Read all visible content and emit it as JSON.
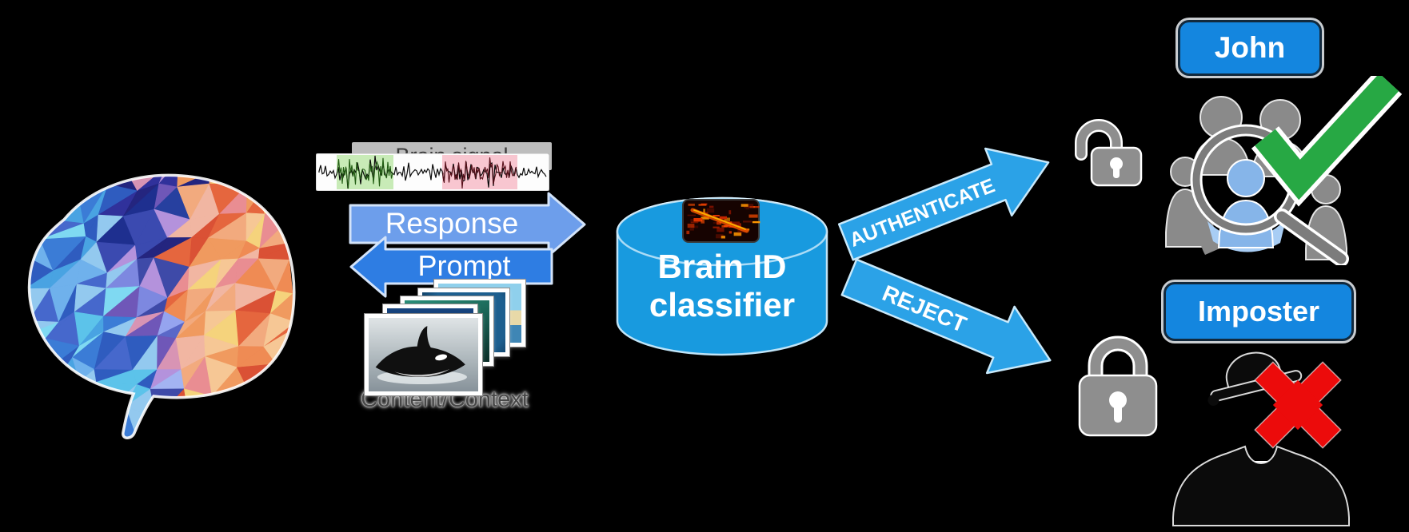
{
  "figure": {
    "description": "Brain ID classifier authentication pipeline diagram",
    "background": "#000000"
  },
  "stimulus": {
    "brain_signal_label": "Brain signal",
    "response_label": "Response",
    "prompt_label": "Prompt",
    "content_label": "Content/Context"
  },
  "classifier": {
    "title_line1": "Brain ID",
    "title_line2": "classifier"
  },
  "outcomes": {
    "authenticate_label": "AUTHENTICATE",
    "reject_label": "REJECT",
    "accepted_name": "John",
    "rejected_name": "Imposter"
  },
  "icons": {
    "brain": "low-poly-brain-illustration",
    "waveform": "eeg-brain-signal-waveform",
    "photo_stack": "stimulus-photos-orca-and-nature",
    "spectrogram": "eeg-spectrogram-thumbnail",
    "unlocked_padlock": "unlocked-padlock",
    "locked_padlock": "locked-padlock",
    "verified_user": "crowd-magnifier-green-check",
    "imposter_figure": "spy-silhouette-red-cross"
  },
  "colors": {
    "background": "#000000",
    "cylinder_blue": "#189ADF",
    "outcome_arrow_blue": "#2BA2E7",
    "response_arrow_blue": "#6D9EEB",
    "prompt_arrow_blue": "#2E7DE3",
    "button_blue": "#1486DF",
    "check_green": "#27A844",
    "cross_red": "#EC0B0B",
    "padlock_gray": "#8E8E8E"
  }
}
